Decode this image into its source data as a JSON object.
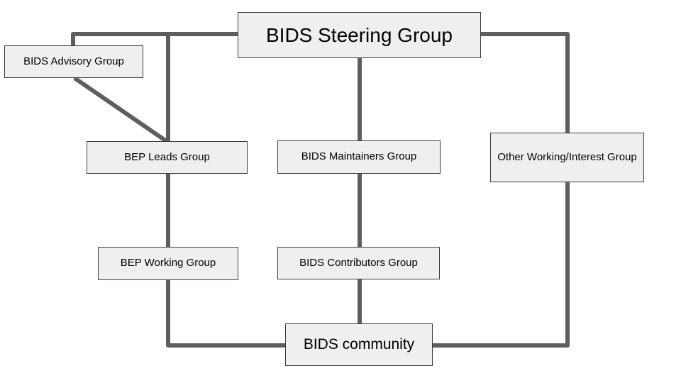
{
  "diagram": {
    "nodes": {
      "steering": {
        "label": "BIDS Steering Group"
      },
      "advisory": {
        "label": "BIDS Advisory Group"
      },
      "bep_leads": {
        "label": "BEP Leads Group"
      },
      "maintainers": {
        "label": "BIDS Maintainers Group"
      },
      "other_wig": {
        "label": "Other Working/Interest Group"
      },
      "bep_working": {
        "label": "BEP Working Group"
      },
      "contributors": {
        "label": "BIDS Contributors Group"
      },
      "community": {
        "label": "BIDS community"
      }
    },
    "edges": [
      {
        "from": "BIDS Steering Group",
        "to": "BIDS Advisory Group"
      },
      {
        "from": "BIDS Advisory Group",
        "to": "BEP Leads Group"
      },
      {
        "from": "BIDS Steering Group",
        "to": "BEP Leads Group"
      },
      {
        "from": "BEP Leads Group",
        "to": "BEP Working Group"
      },
      {
        "from": "BEP Working Group",
        "to": "BIDS community"
      },
      {
        "from": "BIDS Steering Group",
        "to": "BIDS Maintainers Group"
      },
      {
        "from": "BIDS Maintainers Group",
        "to": "BIDS Contributors Group"
      },
      {
        "from": "BIDS Contributors Group",
        "to": "BIDS community"
      },
      {
        "from": "BIDS Steering Group",
        "to": "Other Working/Interest Group"
      },
      {
        "from": "Other Working/Interest Group",
        "to": "BIDS community"
      }
    ]
  },
  "colors": {
    "node_fill": "#efefef",
    "node_border": "#3c3c3c",
    "connector": "#5e5e5e",
    "text_color": "#000000",
    "background": "#ffffff"
  }
}
